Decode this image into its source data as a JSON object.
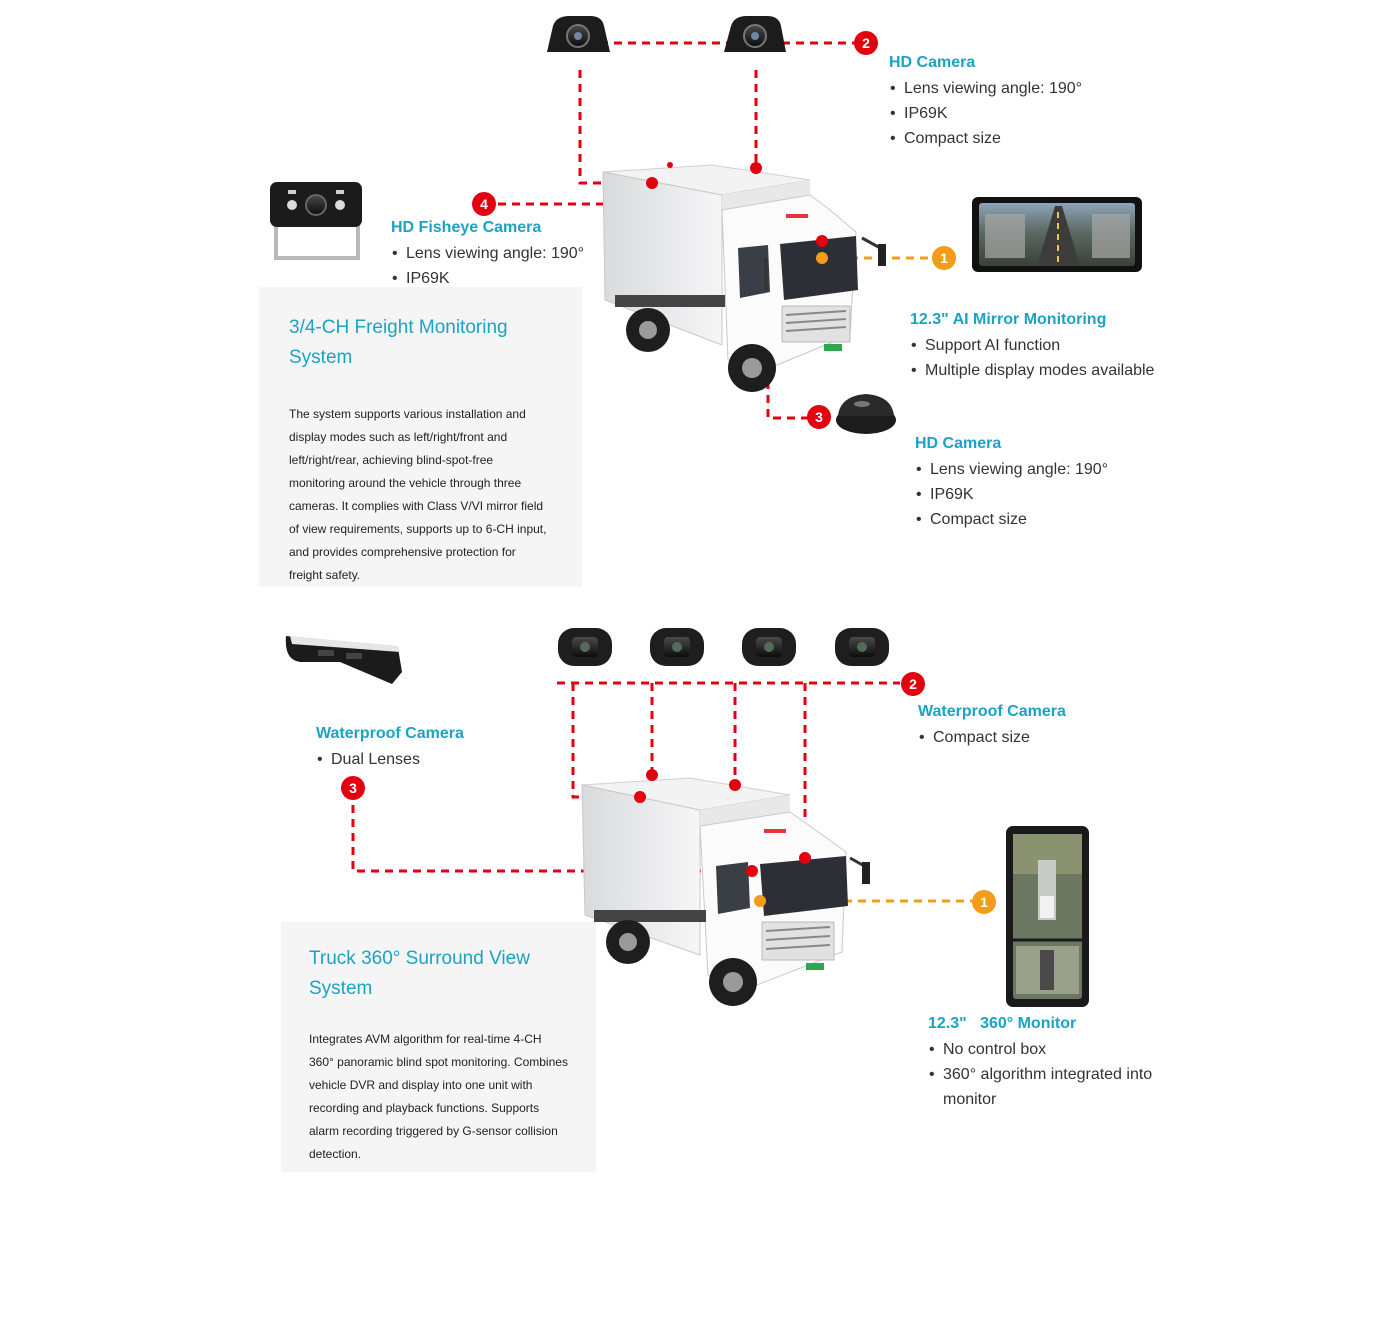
{
  "colors": {
    "accent": "#1aa3c4",
    "red_marker": "#e3000f",
    "orange_marker": "#f39c1a",
    "card_bg": "#f5f5f5"
  },
  "system1": {
    "card": {
      "title": "3/4-CH Freight Monitoring System",
      "body": "The system supports various installation and display modes such as left/right/front and left/right/rear, achieving blind-spot-free monitoring around the vehicle through three cameras. It complies with Class V/VI mirror field of view requirements, supports up to 6-CH input, and provides comprehensive protection for freight safety."
    },
    "hd_camera_top": {
      "title": "HD Camera",
      "bullets": [
        "Lens viewing angle: 190°",
        "IP69K",
        "Compact size"
      ]
    },
    "fisheye": {
      "title": "HD Fisheye Camera",
      "bullets": [
        "Lens viewing angle: 190°",
        "IP69K"
      ]
    },
    "monitor": {
      "title": "12.3\" AI Mirror Monitoring",
      "bullets": [
        "Support AI function",
        "Multiple display modes available"
      ]
    },
    "hd_camera_bottom": {
      "title": "HD Camera",
      "bullets": [
        "Lens viewing angle: 190°",
        "IP69K",
        "Compact size"
      ]
    },
    "markers": [
      "1",
      "2",
      "3",
      "4"
    ]
  },
  "system2": {
    "card": {
      "title": "Truck 360° Surround View System",
      "body": "Integrates AVM algorithm for real-time 4-CH 360° panoramic blind spot monitoring. Combines vehicle DVR and display into one unit with recording and playback functions. Supports alarm recording triggered by G-sensor collision detection."
    },
    "waterproof_dual": {
      "title": "Waterproof Camera",
      "bullets": [
        "Dual Lenses"
      ]
    },
    "waterproof_compact": {
      "title": "Waterproof Camera",
      "bullets": [
        "Compact size"
      ]
    },
    "monitor": {
      "title": "12.3\"   360° Monitor",
      "bullets": [
        "No control box",
        "360° algorithm integrated into monitor"
      ]
    },
    "markers": [
      "1",
      "2",
      "3"
    ]
  }
}
